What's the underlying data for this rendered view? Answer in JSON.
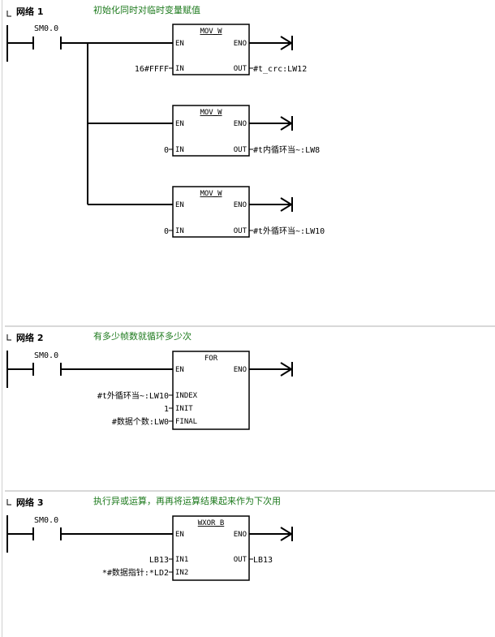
{
  "colors": {
    "wire": "#000000",
    "comment": "#1d7a1d",
    "separator": "#b0b0b0",
    "background": "#ffffff"
  },
  "networks": [
    {
      "label": "网络 1",
      "comment": "初始化同时对临时变量赋值",
      "contact": "SM0.0",
      "blocks": [
        {
          "name": "MOV_W",
          "pins_left": [
            "EN",
            "IN"
          ],
          "pins_right": [
            "ENO",
            "OUT"
          ],
          "inputs": [
            "16#FFFF"
          ],
          "outputs": [
            "#t_crc:LW12"
          ]
        },
        {
          "name": "MOV_W",
          "pins_left": [
            "EN",
            "IN"
          ],
          "pins_right": [
            "ENO",
            "OUT"
          ],
          "inputs": [
            "0"
          ],
          "outputs": [
            "#t内循环当~:LW8"
          ]
        },
        {
          "name": "MOV_W",
          "pins_left": [
            "EN",
            "IN"
          ],
          "pins_right": [
            "ENO",
            "OUT"
          ],
          "inputs": [
            "0"
          ],
          "outputs": [
            "#t外循环当~:LW10"
          ]
        }
      ]
    },
    {
      "label": "网络 2",
      "comment": "有多少帧数就循环多少次",
      "contact": "SM0.0",
      "blocks": [
        {
          "name": "FOR",
          "pins_left": [
            "EN",
            "INDEX",
            "INIT",
            "FINAL"
          ],
          "pins_right": [
            "ENO"
          ],
          "inputs": [
            "#t外循环当~:LW10",
            "1",
            "#数据个数:LW0"
          ],
          "outputs": []
        }
      ]
    },
    {
      "label": "网络 3",
      "comment": "执行异或运算，再再将运算结果起来作为下次用",
      "contact": "SM0.0",
      "blocks": [
        {
          "name": "WXOR_B",
          "pins_left": [
            "EN",
            "IN1",
            "IN2"
          ],
          "pins_right": [
            "ENO",
            "OUT"
          ],
          "inputs": [
            "LB13",
            "*#数据指针:*LD2"
          ],
          "outputs": [
            "LB13"
          ]
        }
      ]
    }
  ]
}
